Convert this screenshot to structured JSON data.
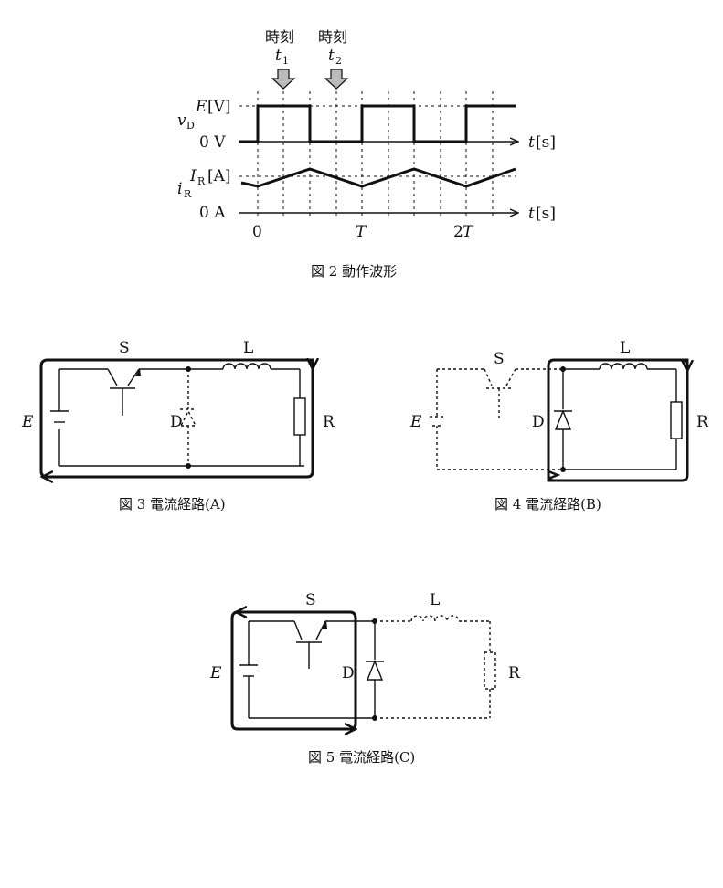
{
  "fig2": {
    "time1_label": "時刻",
    "t1": "t",
    "t1_sub": "1",
    "time2_label": "時刻",
    "t2": "t",
    "t2_sub": "2",
    "vd": "v",
    "vd_sub": "D",
    "E_level": "E",
    "E_unit": "[V]",
    "zero_v": "0 V",
    "ir": "i",
    "ir_sub": "R",
    "IR_level": "I",
    "IR_sub": "R",
    "IR_unit": "[A]",
    "zero_a": "0 A",
    "taxis_var": "t",
    "taxis_unit": "[s]",
    "tick_0": "0",
    "tick_T": "T",
    "tick_2T_num": "2",
    "tick_2T_T": "T",
    "caption": "図 2  動作波形"
  },
  "fig3": {
    "S": "S",
    "L": "L",
    "E": "E",
    "D": "D",
    "R": "R",
    "caption": "図 3  電流経路(A)"
  },
  "fig4": {
    "S": "S",
    "L": "L",
    "E": "E",
    "D": "D",
    "R": "R",
    "caption": "図 4  電流経路(B)"
  },
  "fig5": {
    "S": "S",
    "L": "L",
    "E": "E",
    "D": "D",
    "R": "R",
    "caption": "図 5  電流経路(C)"
  }
}
